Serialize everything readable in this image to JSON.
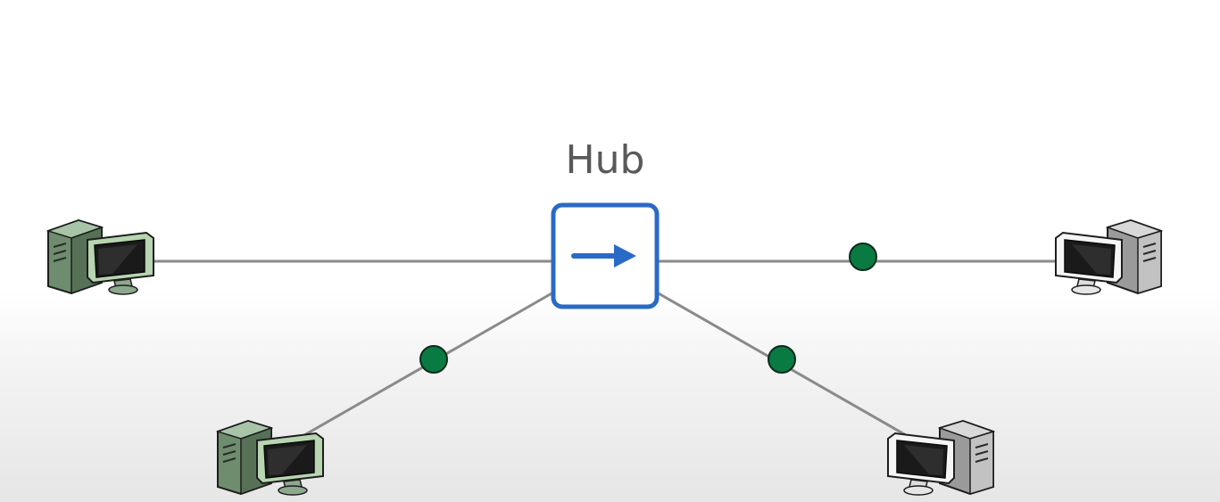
{
  "diagram": {
    "hub_label": "Hub",
    "colors": {
      "hub_border": "#2a6ac7",
      "hub_arrow": "#2a6ac7",
      "link_line": "#8a8a8a",
      "packet_dot": "#0a7a43",
      "active_computer": "#8ea88e",
      "idle_computer": "#d8d8d8"
    },
    "nodes": [
      {
        "name": "computer-left",
        "state": "active"
      },
      {
        "name": "computer-bottom-left",
        "state": "active"
      },
      {
        "name": "computer-right",
        "state": "idle"
      },
      {
        "name": "computer-bottom-right",
        "state": "idle"
      }
    ],
    "packets": [
      {
        "link": "hub-to-right"
      },
      {
        "link": "hub-to-bottom-left"
      },
      {
        "link": "hub-to-bottom-right"
      }
    ],
    "icons": [
      "computer-icon",
      "arrow-right-icon",
      "packet-dot"
    ]
  }
}
